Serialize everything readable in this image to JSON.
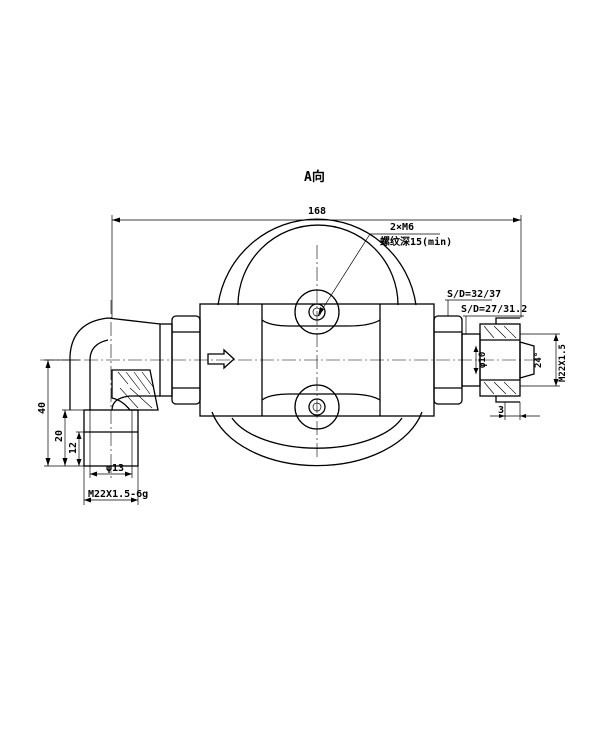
{
  "view_title": "A向",
  "dimensions": {
    "overall_length": "168",
    "bolt_spec": "2×M6",
    "thread_depth": "螺纹深15(min)",
    "wrench_size_1": "S/D=32/37",
    "wrench_size_2": "S/D=27/31.2",
    "height_40": "40",
    "height_20": "20",
    "height_12": "12",
    "dia_13": "φ13",
    "thread_left": "M22X1.5-6g",
    "thread_right": "M22X1.5",
    "angle_24": "24°",
    "dia_10": "φ10",
    "len_3": "3"
  }
}
